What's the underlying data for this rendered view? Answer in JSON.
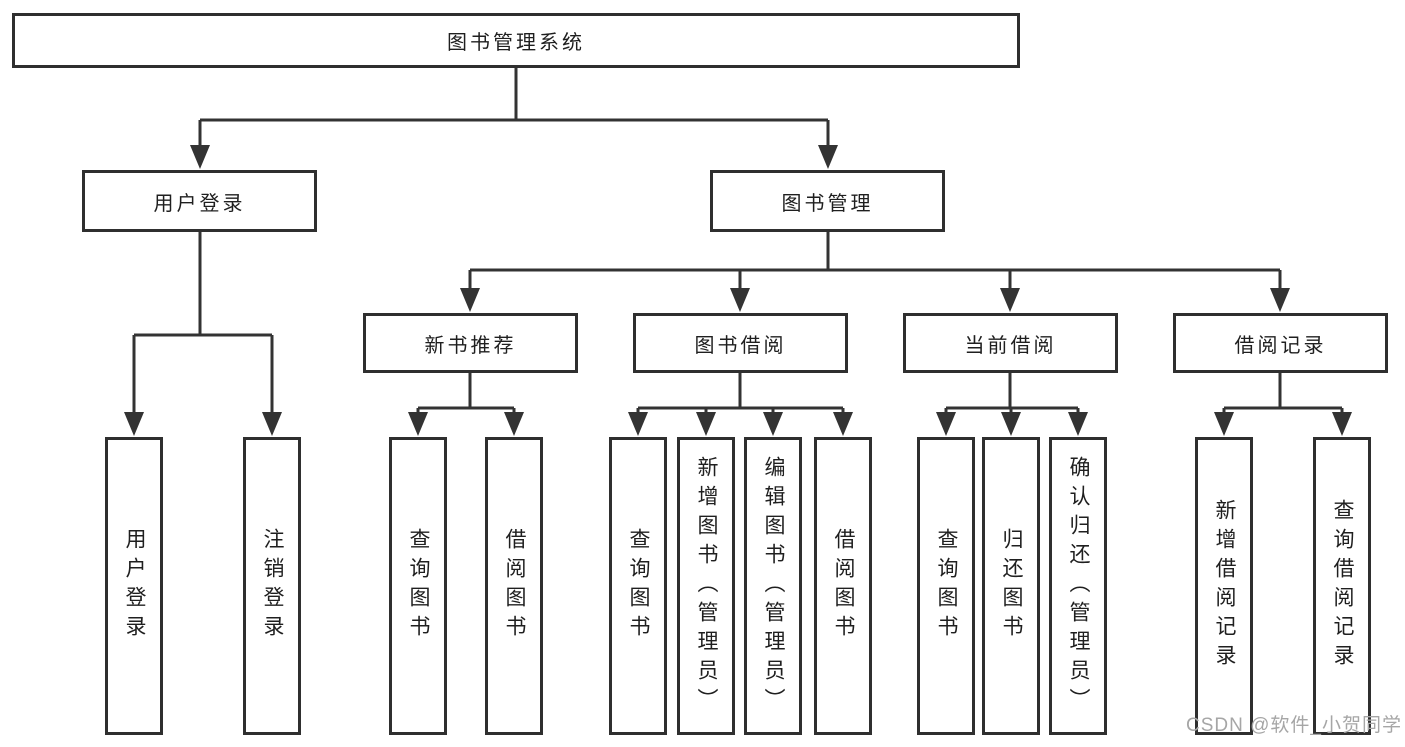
{
  "colors": {
    "line": "#333333",
    "box_border": "#2f2f2f",
    "box_fill": "#ffffff",
    "text": "#1f1f1f",
    "background": "#ffffff",
    "watermark": "#a6a6a6"
  },
  "diagram": {
    "root": {
      "label": "图书管理系统"
    },
    "level2": {
      "user_login": {
        "label": "用户登录"
      },
      "book_management": {
        "label": "图书管理"
      }
    },
    "level3": {
      "new_book_recommend": {
        "label": "新书推荐"
      },
      "book_borrowing": {
        "label": "图书借阅"
      },
      "current_borrowing": {
        "label": "当前借阅"
      },
      "borrowing_records": {
        "label": "借阅记录"
      }
    },
    "leaves": {
      "user_login_action": {
        "label": "用户登录"
      },
      "logout_action": {
        "label": "注销登录"
      },
      "query_books_recommend": {
        "label": "查询图书"
      },
      "borrow_books_recommend": {
        "label": "借阅图书"
      },
      "query_books_borrowing": {
        "label": "查询图书"
      },
      "add_books_admin": {
        "label": "新增图书（管理员）"
      },
      "edit_books_admin": {
        "label": "编辑图书（管理员）"
      },
      "borrow_books_borrowing": {
        "label": "借阅图书"
      },
      "query_books_current": {
        "label": "查询图书"
      },
      "return_books": {
        "label": "归还图书"
      },
      "confirm_return_admin": {
        "label": "确认归还（管理员）"
      },
      "add_borrow_record": {
        "label": "新增借阅记录"
      },
      "query_borrow_record": {
        "label": "查询借阅记录"
      }
    }
  },
  "watermark": {
    "text": "CSDN @软件_小贺同学"
  }
}
